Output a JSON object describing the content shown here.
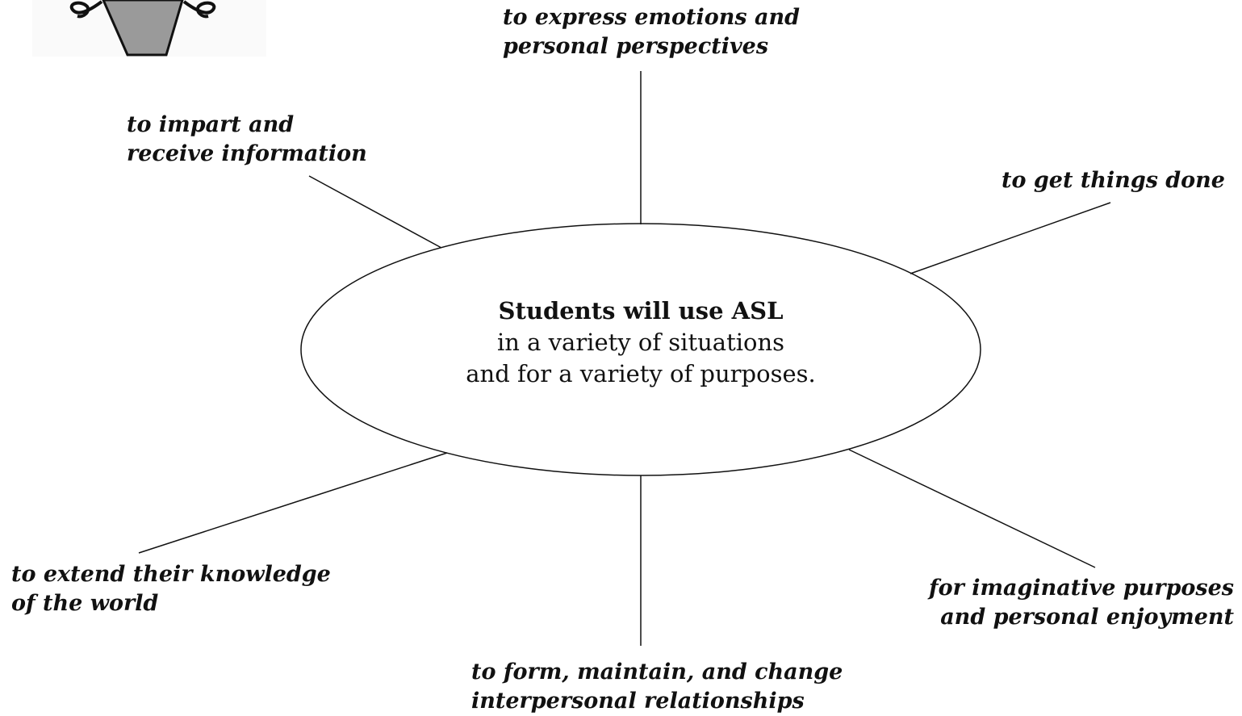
{
  "center": {
    "line1": "Students will use ASL",
    "line2": "in a variety of situations",
    "line3": "and for a variety of purposes."
  },
  "purposes": {
    "top": [
      "to express emotions and",
      "personal perspectives"
    ],
    "upper_left": [
      "to impart and",
      "receive information"
    ],
    "upper_right": [
      "to get things done"
    ],
    "lower_left": [
      "to extend their knowledge",
      "of the world"
    ],
    "bottom": [
      "to form, maintain, and change",
      "interpersonal relationships"
    ],
    "lower_right": [
      "for imaginative purposes",
      "and personal enjoyment"
    ]
  },
  "colors": {
    "stroke": "#111111",
    "icon_fill": "#9a9a9a"
  }
}
